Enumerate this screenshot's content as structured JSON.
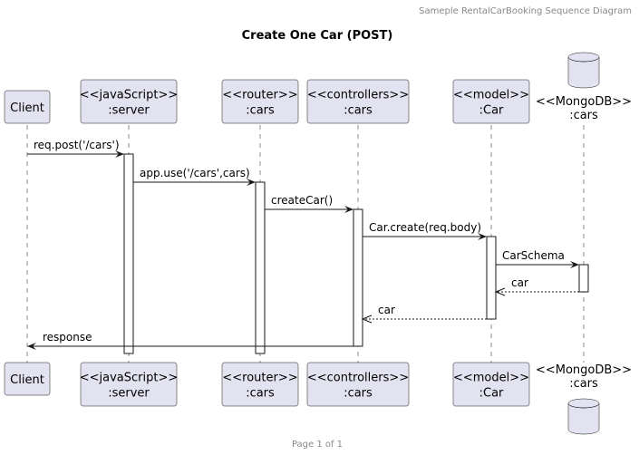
{
  "header": {
    "caption": "Sameple RentalCarBooking Sequence Diagram"
  },
  "title": "Create One Car (POST)",
  "footer": {
    "page": "Page 1 of 1"
  },
  "participants": [
    {
      "id": "client",
      "name": "client",
      "lines": [
        "Client"
      ],
      "shape": "box"
    },
    {
      "id": "server",
      "name": "server",
      "lines": [
        "<<javaScript>>",
        ":server"
      ],
      "shape": "box"
    },
    {
      "id": "router",
      "name": "router",
      "lines": [
        "<<router>>",
        ":cars"
      ],
      "shape": "box"
    },
    {
      "id": "controllers",
      "name": "controllers",
      "lines": [
        "<<controllers>>",
        ":cars"
      ],
      "shape": "box"
    },
    {
      "id": "model",
      "name": "model",
      "lines": [
        "<<model>>",
        ":Car"
      ],
      "shape": "box"
    },
    {
      "id": "mongodb",
      "name": "mongodb",
      "lines": [
        "<<MongoDB>>",
        ":cars"
      ],
      "shape": "database"
    }
  ],
  "messages": [
    {
      "from": "client",
      "to": "server",
      "label": "req.post('/cars')",
      "style": "solid"
    },
    {
      "from": "server",
      "to": "router",
      "label": "app.use('/cars',cars)",
      "style": "solid"
    },
    {
      "from": "router",
      "to": "controllers",
      "label": "createCar()",
      "style": "solid"
    },
    {
      "from": "controllers",
      "to": "model",
      "label": "Car.create(req.body)",
      "style": "solid"
    },
    {
      "from": "model",
      "to": "mongodb",
      "label": "CarSchema",
      "style": "solid"
    },
    {
      "from": "mongodb",
      "to": "model",
      "label": "car",
      "style": "dashed"
    },
    {
      "from": "model",
      "to": "controllers",
      "label": "car",
      "style": "dashed"
    },
    {
      "from": "controllers",
      "to": "client",
      "label": "response",
      "style": "solid"
    }
  ]
}
